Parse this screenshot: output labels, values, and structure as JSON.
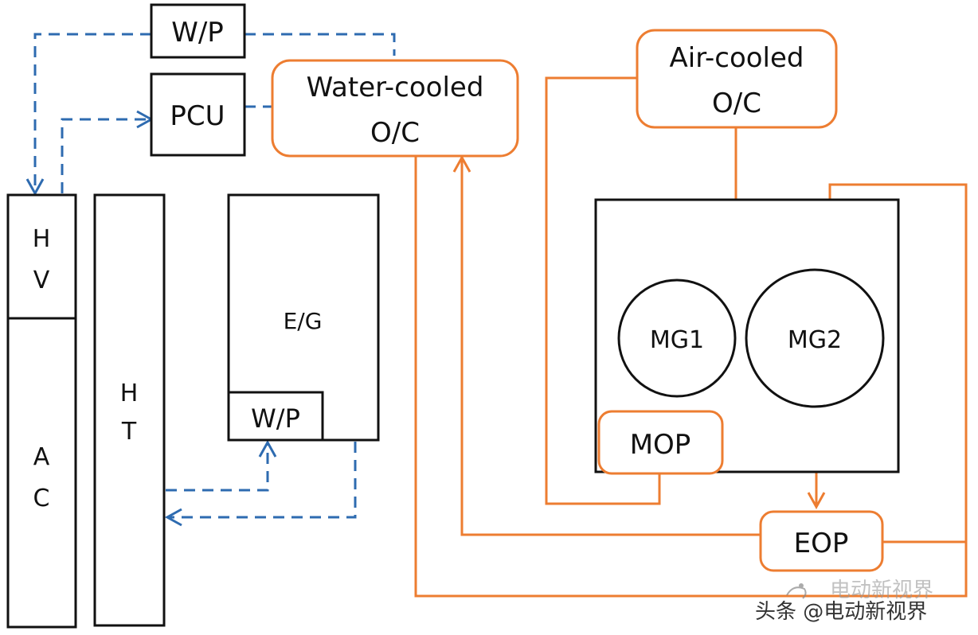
{
  "colors": {
    "black": "#111111",
    "orange": "#ED7D31",
    "blue": "#2E6BB0",
    "watermark": "#333333"
  },
  "labels": {
    "wp_top": "W/P",
    "pcu": "PCU",
    "water_cooled_line1": "Water-cooled",
    "water_cooled_line2": "O/C",
    "air_cooled_line1": "Air-cooled",
    "air_cooled_line2": "O/C",
    "hv_line1": "H",
    "hv_line2": "V",
    "ac_line1": "A",
    "ac_line2": "C",
    "ht_line1": "H",
    "ht_line2": "T",
    "eg": "E/G",
    "wp_engine": "W/P",
    "mg1": "MG1",
    "mg2": "MG2",
    "mop": "MOP",
    "eop": "EOP"
  },
  "watermark": {
    "back_text": "电动新视界",
    "front_text": "头条 @电动新视界"
  }
}
